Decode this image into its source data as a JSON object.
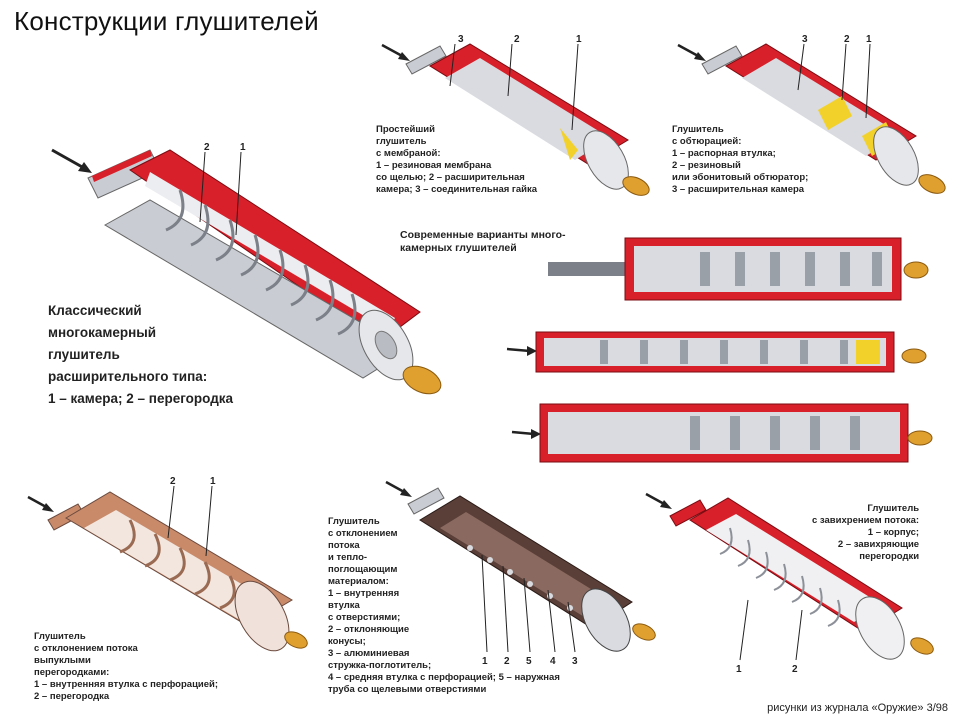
{
  "title": "Конструкции глушителей",
  "classic": {
    "lines": [
      "Классический",
      "многокамерный",
      "глушитель",
      "расширительного типа:",
      "1 – камера; 2 – перегородка"
    ],
    "callouts": [
      "2",
      "1"
    ]
  },
  "membrane": {
    "lines": [
      "Простейший",
      "глушитель",
      "с мембраной:",
      "1 – резиновая мембрана",
      "со щелью; 2 – расширительная",
      "камера; 3 – соединительная гайка"
    ],
    "callouts": [
      "3",
      "2",
      "1"
    ]
  },
  "obturator": {
    "lines": [
      "Глушитель",
      "с обтюрацией:",
      "1 – распорная втулка;",
      "2 – резиновый",
      "или эбонитовый обтюратор;",
      "3 – расширительная камера"
    ],
    "callouts": [
      "3",
      "2",
      "1"
    ]
  },
  "modern": {
    "lines": [
      "Современные варианты много-",
      "камерных глушителей"
    ]
  },
  "convex": {
    "lines": [
      "Глушитель",
      "с отклонением потока",
      "выпуклыми",
      "перегородками:",
      "1 – внутренняя втулка с перфорацией;",
      "2 – перегородка"
    ],
    "callouts": [
      "2",
      "1"
    ]
  },
  "absorb": {
    "lines": [
      "Глушитель",
      "с отклонением",
      "потока",
      "и тепло-",
      "поглощающим",
      "материалом:",
      "1 – внутренняя",
      "втулка",
      "с отверстиями;",
      "2 – отклоняющие",
      "конусы;",
      "3 – алюминиевая",
      "стружка-поглотитель;",
      "4 – средняя втулка  с перфорацией; 5 – наружная",
      "труба со щелевыми отверстиями"
    ],
    "callouts": [
      "1",
      "2",
      "5",
      "4",
      "3"
    ]
  },
  "swirl": {
    "lines": [
      "Глушитель",
      "с завихрением потока:",
      "1 – корпус;",
      "2 – завихряющие",
      "перегородки"
    ],
    "callouts": [
      "1",
      "2"
    ]
  },
  "credit": "рисунки из журнала «Оружие» 3/98",
  "colors": {
    "red": "#d8202a",
    "darkred": "#9a1018",
    "steel": "#c9ccd3",
    "steel_dark": "#8c9098",
    "copper": "#c98a6a",
    "brown": "#6b4a3e",
    "bullet": "#e0a030",
    "yellow": "#f2d12a"
  }
}
